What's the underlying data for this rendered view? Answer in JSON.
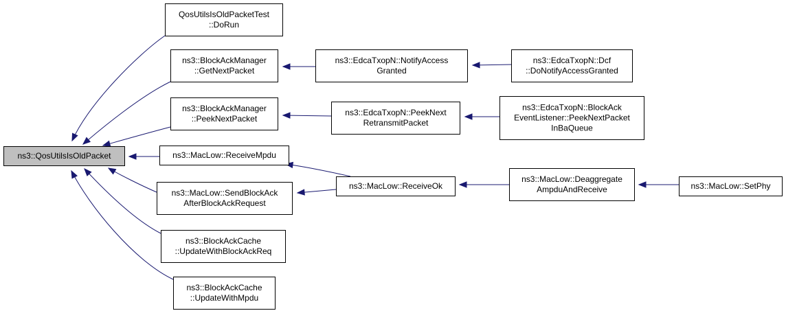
{
  "nodes": [
    {
      "id": "root",
      "lines": [
        "ns3::QosUtilsIsOldPacket"
      ]
    },
    {
      "id": "dorun",
      "lines": [
        "QosUtilsIsOldPacketTest",
        "::DoRun"
      ]
    },
    {
      "id": "getnext",
      "lines": [
        "ns3::BlockAckManager",
        "::GetNextPacket"
      ]
    },
    {
      "id": "peeknext",
      "lines": [
        "ns3::BlockAckManager",
        "::PeekNextPacket"
      ]
    },
    {
      "id": "recvmpdu",
      "lines": [
        "ns3::MacLow::ReceiveMpdu"
      ]
    },
    {
      "id": "sendblockack",
      "lines": [
        "ns3::MacLow::SendBlockAck",
        "AfterBlockAckRequest"
      ]
    },
    {
      "id": "updreq",
      "lines": [
        "ns3::BlockAckCache",
        "::UpdateWithBlockAckReq"
      ]
    },
    {
      "id": "updmpdu",
      "lines": [
        "ns3::BlockAckCache",
        "::UpdateWithMpdu"
      ]
    },
    {
      "id": "notifyaccess",
      "lines": [
        "ns3::EdcaTxopN::NotifyAccess",
        "Granted"
      ]
    },
    {
      "id": "peekretx",
      "lines": [
        "ns3::EdcaTxopN::PeekNext",
        "RetransmitPacket"
      ]
    },
    {
      "id": "receiveok",
      "lines": [
        "ns3::MacLow::ReceiveOk"
      ]
    },
    {
      "id": "dcf",
      "lines": [
        "ns3::EdcaTxopN::Dcf",
        "::DoNotifyAccessGranted"
      ]
    },
    {
      "id": "listener",
      "lines": [
        "ns3::EdcaTxopN::BlockAck",
        "EventListener::PeekNextPacket",
        "InBaQueue"
      ]
    },
    {
      "id": "deaggregate",
      "lines": [
        "ns3::MacLow::Deaggregate",
        "AmpduAndReceive"
      ]
    },
    {
      "id": "setphy",
      "lines": [
        "ns3::MacLow::SetPhy"
      ]
    }
  ],
  "edges": [
    {
      "from": "dorun",
      "to": "root"
    },
    {
      "from": "getnext",
      "to": "root"
    },
    {
      "from": "peeknext",
      "to": "root"
    },
    {
      "from": "recvmpdu",
      "to": "root"
    },
    {
      "from": "sendblockack",
      "to": "root"
    },
    {
      "from": "updreq",
      "to": "root"
    },
    {
      "from": "updmpdu",
      "to": "root"
    },
    {
      "from": "notifyaccess",
      "to": "getnext"
    },
    {
      "from": "dcf",
      "to": "notifyaccess"
    },
    {
      "from": "peekretx",
      "to": "peeknext"
    },
    {
      "from": "listener",
      "to": "peekretx"
    },
    {
      "from": "receiveok",
      "to": "recvmpdu"
    },
    {
      "from": "receiveok",
      "to": "sendblockack"
    },
    {
      "from": "deaggregate",
      "to": "receiveok"
    },
    {
      "from": "setphy",
      "to": "deaggregate"
    }
  ],
  "colors": {
    "edge": "#191970",
    "root_fill": "#bfbfbf",
    "node_fill": "#ffffff",
    "node_stroke": "#000000"
  }
}
